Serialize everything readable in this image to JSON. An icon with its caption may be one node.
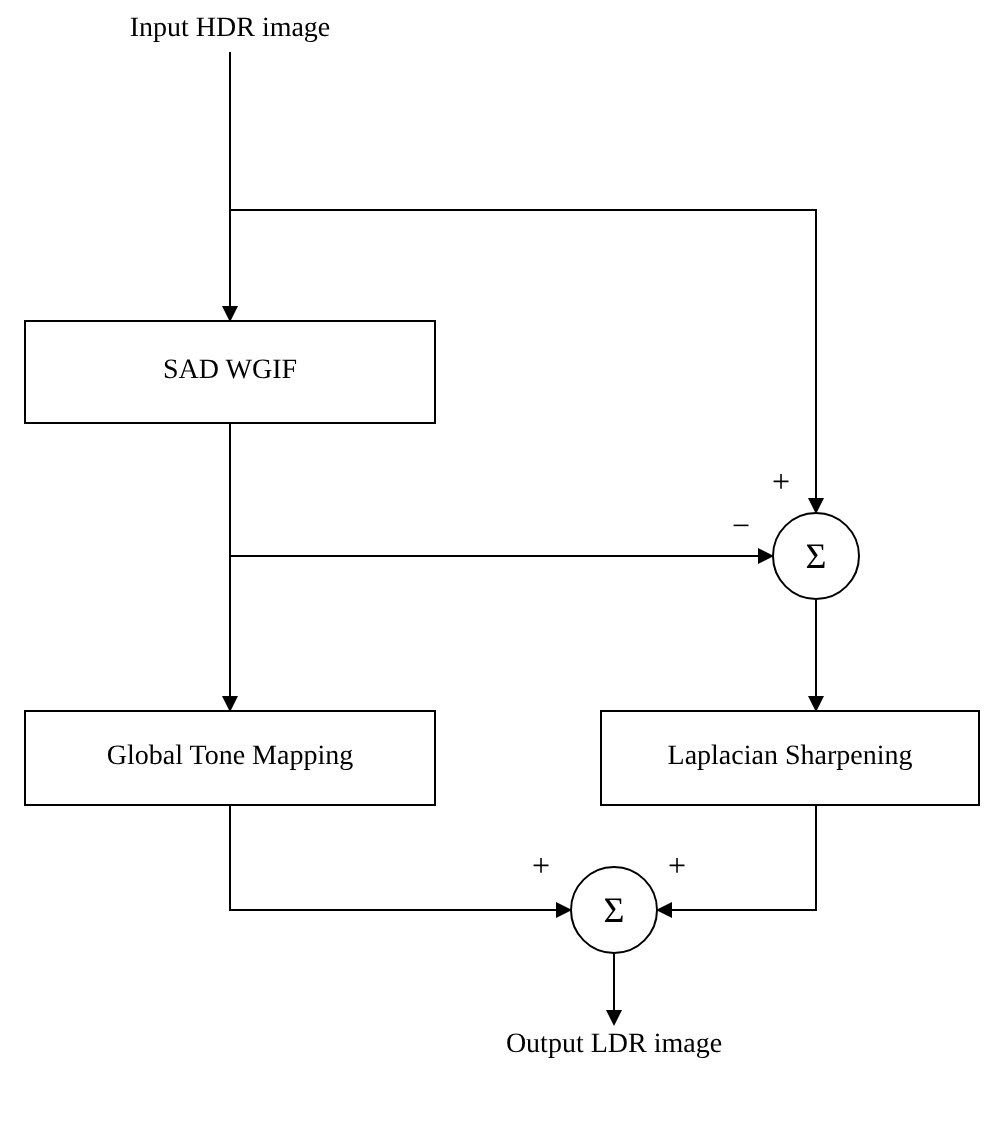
{
  "diagram": {
    "nodes": [
      {
        "text": [
          "Input HDR image"
        ]
      },
      {
        "text": [
          "SAD WGIF"
        ]
      },
      {
        "text": [
          "Σ"
        ],
        "beside": [
          "+",
          "−"
        ]
      },
      {
        "text": [
          "Global Tone Mapping"
        ]
      },
      {
        "text": [
          "Laplacian Sharpening"
        ]
      },
      {
        "text": [
          "Σ"
        ],
        "beside": [
          "+",
          "+"
        ]
      },
      {
        "text": [
          "Output LDR image"
        ]
      }
    ],
    "edges": [
      {
        "from": 0,
        "to": 1,
        "arrow": "to"
      },
      {
        "from": 0,
        "to": 2,
        "arrow": "to"
      },
      {
        "from": 1,
        "to": 2,
        "arrow": "to"
      },
      {
        "from": 1,
        "to": 3,
        "arrow": "to"
      },
      {
        "from": 2,
        "to": 4,
        "arrow": "to"
      },
      {
        "from": 3,
        "to": 5,
        "arrow": "to"
      },
      {
        "from": 4,
        "to": 5,
        "arrow": "to"
      },
      {
        "from": 5,
        "to": 6,
        "arrow": "to"
      }
    ]
  }
}
